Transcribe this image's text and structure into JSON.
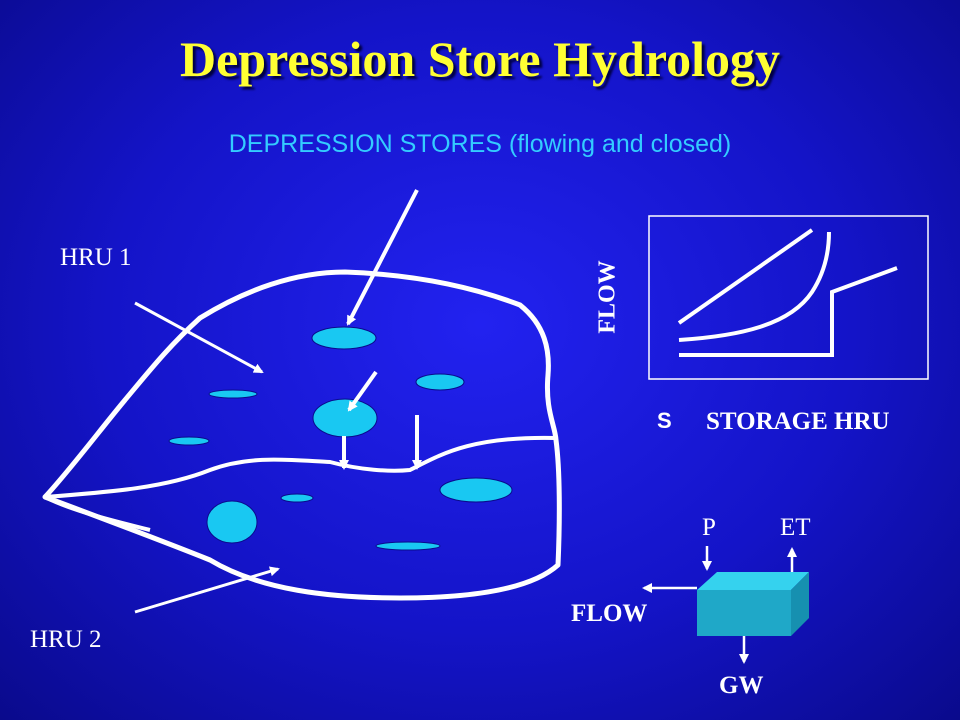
{
  "slide": {
    "title": "Depression Store Hydrology",
    "subtitle": "DEPRESSION STORES (flowing and closed)"
  },
  "labels": {
    "hru1": "HRU 1",
    "hru2": "HRU 2",
    "flow_axis": "FLOW",
    "s_axis": "S",
    "storage_hru": "STORAGE HRU",
    "p": "P",
    "et": "ET",
    "flow_out": "FLOW",
    "gw": "GW"
  },
  "colors": {
    "title": "#ffff33",
    "subtitle": "#33ccff",
    "pond_fill": "#19c8f2",
    "box_front": "#1fa8c8",
    "box_top": "#35d2ee",
    "box_side": "#1690b0",
    "line": "#ffffff"
  }
}
